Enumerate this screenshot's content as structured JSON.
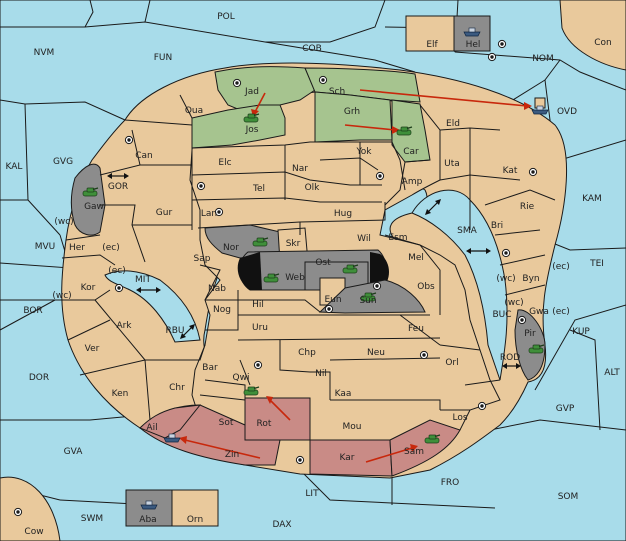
{
  "colors": {
    "sea": "#a8dcea",
    "land": "#e9c99c",
    "italy": "#a6c48f",
    "germany": "#8c8c8c",
    "turkey": "#c98b86",
    "order_arrow": "#c8280c",
    "army_icon": "#3f8f3a",
    "fleet_icon": "#3b5a80"
  },
  "labels": {
    "POL": "POL",
    "Elf": "Elf",
    "Hel": "Hel",
    "Con": "Con",
    "NVM": "NVM",
    "FUN": "FUN",
    "COB": "COB",
    "NOM": "NOM",
    "Jad": "Jad",
    "Sch": "Sch",
    "OVD": "OVD",
    "Qua": "Qua",
    "Jos": "Jos",
    "Grh": "Grh",
    "Eld": "Eld",
    "Can": "Can",
    "Yok": "Yok",
    "Car": "Car",
    "Uta": "Uta",
    "Kat": "Kat",
    "KAL": "KAL",
    "GVG": "GVG",
    "Elc": "Elc",
    "Nar": "Nar",
    "GOR": "GOR",
    "Tel": "Tel",
    "Olk": "Olk",
    "Amp": "Amp",
    "KAM": "KAM",
    "Gaw": "Gaw",
    "Gur": "Gur",
    "Lan": "Lan",
    "Hug": "Hug",
    "Rie": "Rie",
    "Bri": "Bri",
    "wc1": "(wc)",
    "SMA": "SMA",
    "MVU": "MVU",
    "Her": "Her",
    "ec1": "(ec)",
    "Nor": "Nor",
    "Skr": "Skr",
    "Wil": "Wil",
    "Esm": "Esm",
    "Sap": "Sap",
    "Ost": "Ost",
    "Mel": "Mel",
    "TEI": "TEI",
    "ec2": "(ec)",
    "Web": "Web",
    "wc2": "(wc)",
    "Byn": "Byn",
    "ec3": "(ec)",
    "MIT": "MIT",
    "Kor": "Kor",
    "Nab": "Nab",
    "wc3": "(wc)",
    "Eun": "Eun",
    "Obs": "Obs",
    "wc4": "(wc)",
    "Gwa": "Gwa",
    "ec4": "(ec)",
    "BOR": "BOR",
    "Sun": "Sun",
    "Hil": "Hil",
    "Nog": "Nog",
    "Pir": "Pir",
    "BUC": "BUC",
    "KUP": "KUP",
    "RBU": "RBU",
    "Ark": "Ark",
    "Uru": "Uru",
    "Feu": "Feu",
    "Ver": "Ver",
    "Chp": "Chp",
    "Neu": "Neu",
    "Bar": "Bar",
    "Orl": "Orl",
    "ROD": "ROD",
    "DOR": "DOR",
    "Qwi": "Qwi",
    "Nil": "Nil",
    "ALT": "ALT",
    "Ken": "Ken",
    "Chr": "Chr",
    "Kaa": "Kaa",
    "GVP": "GVP",
    "Los": "Los",
    "Rot": "Rot",
    "Sot": "Sot",
    "Ail": "Ail",
    "Mou": "Mou",
    "GVA": "GVA",
    "Zin": "Zin",
    "Kar": "Kar",
    "Sam": "Sam",
    "FRO": "FRO",
    "LIT": "LIT",
    "SOM": "SOM",
    "SWM": "SWM",
    "Aba": "Aba",
    "Orn": "Orn",
    "DAX": "DAX",
    "Cow": "Cow"
  }
}
